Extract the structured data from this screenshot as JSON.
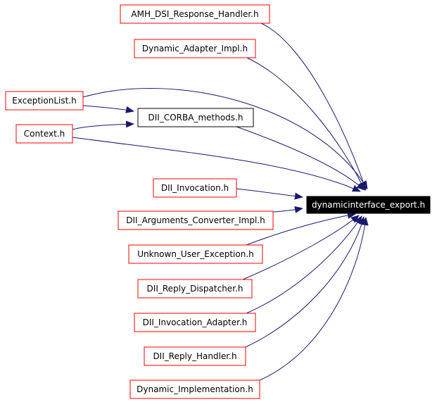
{
  "graph": {
    "target": {
      "id": "dynamicinterface_export",
      "label": "dynamicinterface_export.h"
    },
    "nodes": [
      {
        "id": "amh_dsi",
        "label": "AMH_DSI_Response_Handler.h",
        "style": "red"
      },
      {
        "id": "dyn_adapter",
        "label": "Dynamic_Adapter_Impl.h",
        "style": "red"
      },
      {
        "id": "exception_list",
        "label": "ExceptionList.h",
        "style": "red"
      },
      {
        "id": "dii_corba",
        "label": "DII_CORBA_methods.h",
        "style": "black"
      },
      {
        "id": "context",
        "label": "Context.h",
        "style": "red"
      },
      {
        "id": "dii_invocation",
        "label": "DII_Invocation.h",
        "style": "red"
      },
      {
        "id": "dii_args",
        "label": "DII_Arguments_Converter_Impl.h",
        "style": "red"
      },
      {
        "id": "unknown_user",
        "label": "Unknown_User_Exception.h",
        "style": "red"
      },
      {
        "id": "dii_reply_disp",
        "label": "DII_Reply_Dispatcher.h",
        "style": "red"
      },
      {
        "id": "dii_inv_adapter",
        "label": "DII_Invocation_Adapter.h",
        "style": "red"
      },
      {
        "id": "dii_reply_handler",
        "label": "DII_Reply_Handler.h",
        "style": "red"
      },
      {
        "id": "dyn_impl",
        "label": "Dynamic_Implementation.h",
        "style": "red"
      }
    ],
    "edges": [
      {
        "from": "amh_dsi",
        "to": "dynamicinterface_export"
      },
      {
        "from": "dyn_adapter",
        "to": "dynamicinterface_export"
      },
      {
        "from": "exception_list",
        "to": "dynamicinterface_export"
      },
      {
        "from": "exception_list",
        "to": "dii_corba"
      },
      {
        "from": "dii_corba",
        "to": "dynamicinterface_export"
      },
      {
        "from": "context",
        "to": "dii_corba"
      },
      {
        "from": "context",
        "to": "dynamicinterface_export"
      },
      {
        "from": "dii_invocation",
        "to": "dynamicinterface_export"
      },
      {
        "from": "dii_args",
        "to": "dynamicinterface_export"
      },
      {
        "from": "unknown_user",
        "to": "dynamicinterface_export"
      },
      {
        "from": "dii_reply_disp",
        "to": "dynamicinterface_export"
      },
      {
        "from": "dii_inv_adapter",
        "to": "dynamicinterface_export"
      },
      {
        "from": "dii_reply_handler",
        "to": "dynamicinterface_export"
      },
      {
        "from": "dyn_impl",
        "to": "dynamicinterface_export"
      }
    ],
    "colors": {
      "source_border": "#ff0000",
      "edge": "#191970",
      "target_fill": "#000000",
      "target_text": "#ffffff",
      "text": "#000000",
      "inner_border": "#000000"
    }
  }
}
